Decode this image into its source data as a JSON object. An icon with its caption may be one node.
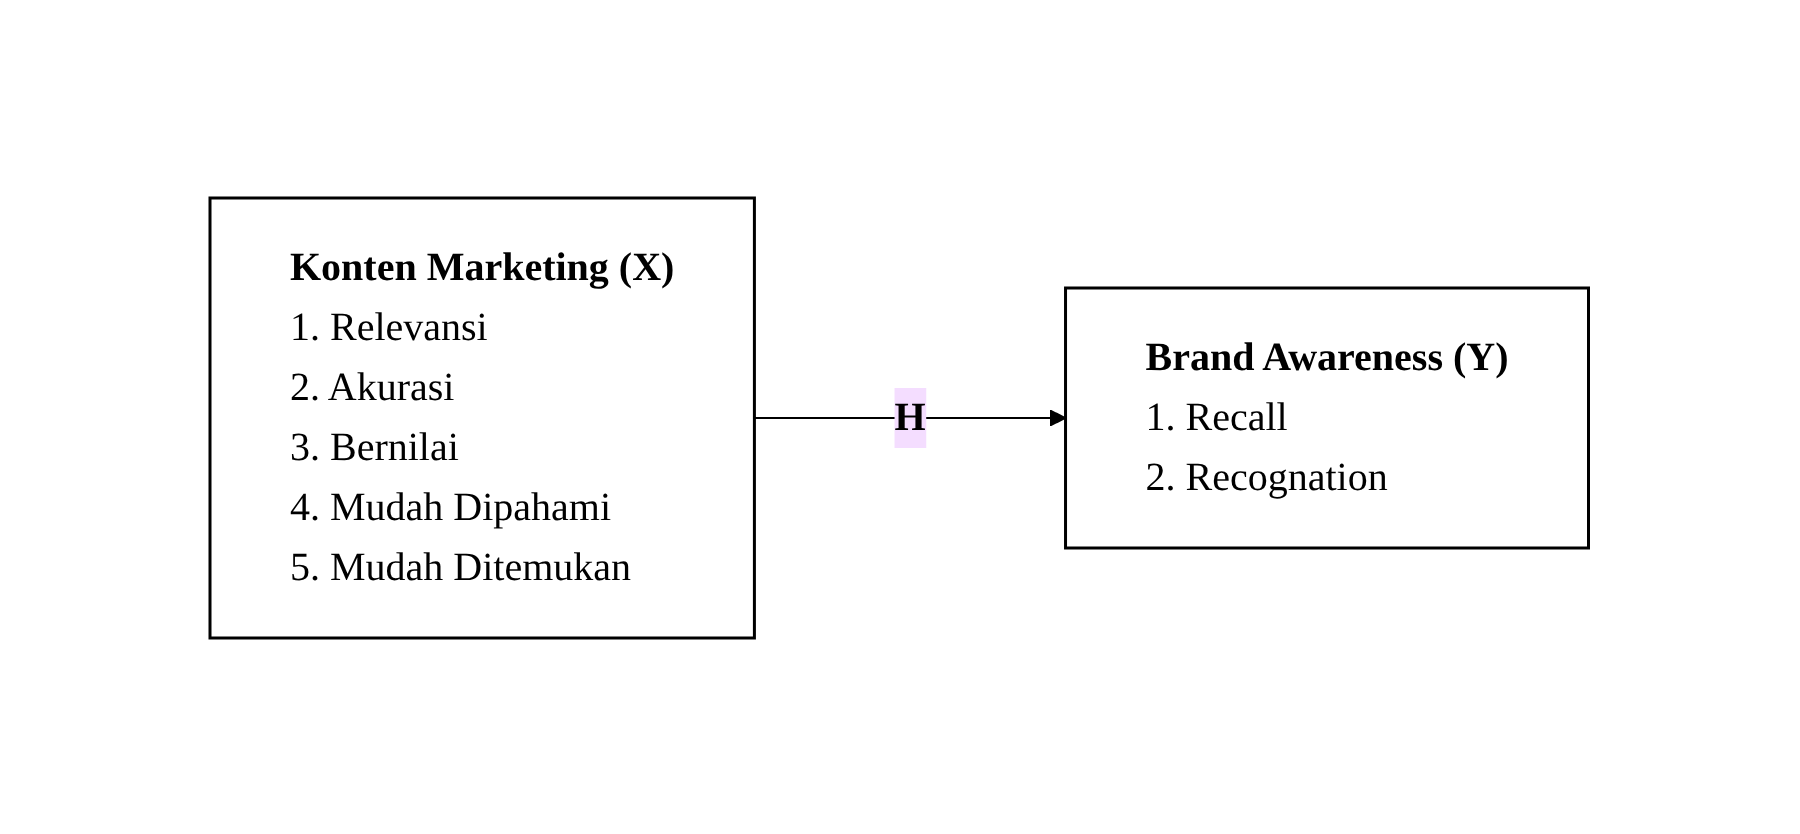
{
  "diagram": {
    "nodes": [
      {
        "text": [
          "Konten Marketing (X)",
          "1. Relevansi",
          "2. Akurasi",
          "3. Bernilai",
          "4. Mudah Dipahami",
          "5. Mudah Ditemukan"
        ]
      },
      {
        "text": [
          "Brand Awareness (Y)",
          "1. Recall",
          "2. Recognation"
        ]
      }
    ],
    "edges": [
      {
        "from": 0,
        "to": 1,
        "arrow": "to",
        "label": "H"
      }
    ]
  }
}
